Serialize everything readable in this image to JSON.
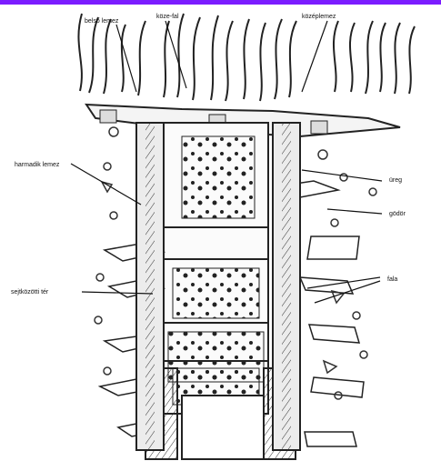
{
  "header": {
    "accent_color": "#7b1cff"
  },
  "diagram": {
    "labels": {
      "top_center": "köze-fal",
      "top_left": "belső lemez",
      "top_right": "középlemez",
      "left_mid": "harmadik lemez",
      "right_upper": "üreg",
      "right_mid": "gödör",
      "left_lower": "sejtközötti tér",
      "right_lower": "fala"
    }
  }
}
